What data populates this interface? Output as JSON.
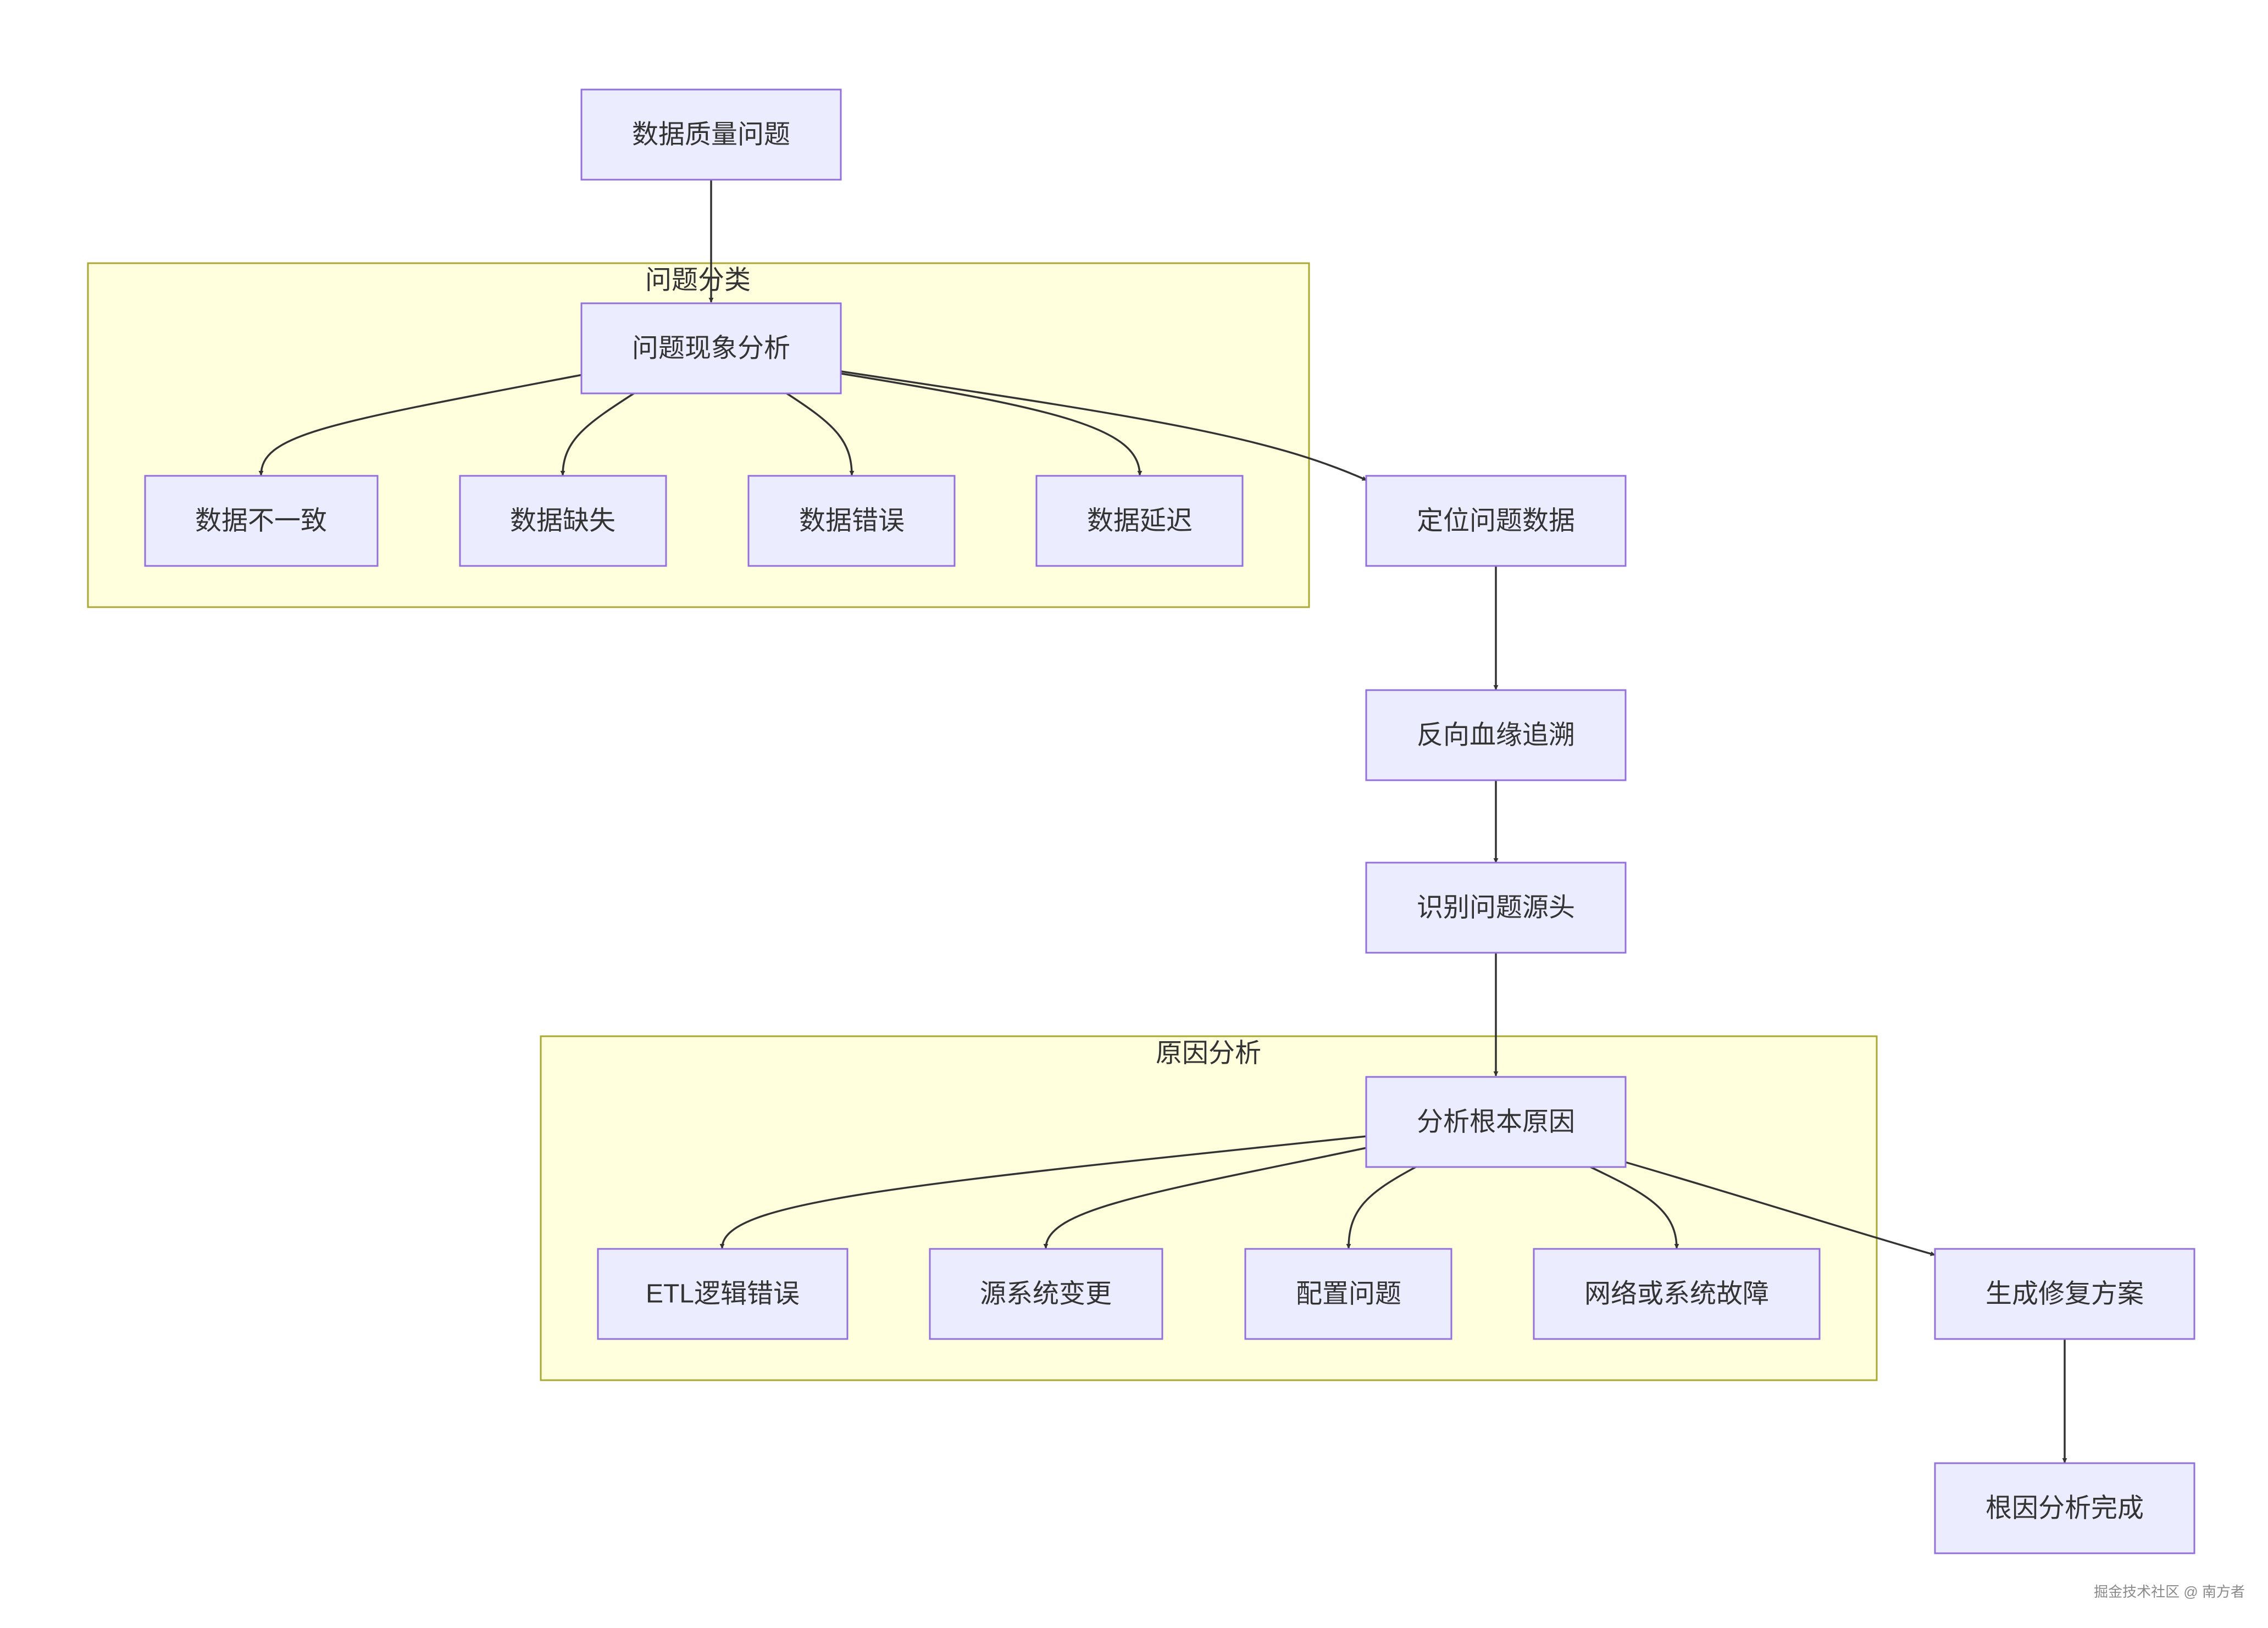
{
  "diagram": {
    "colors": {
      "node_fill": "#ECECFF",
      "node_stroke": "#9370DB",
      "cluster_fill": "#FFFFDE",
      "cluster_stroke": "#AAAA33",
      "edge": "#333333"
    },
    "clusters": [
      {
        "id": "c1",
        "label": "问题分类"
      },
      {
        "id": "c2",
        "label": "原因分析"
      }
    ],
    "nodes": [
      {
        "id": "n1",
        "label": "数据质量问题"
      },
      {
        "id": "n2",
        "label": "问题现象分析"
      },
      {
        "id": "n3",
        "label": "数据不一致"
      },
      {
        "id": "n4",
        "label": "数据缺失"
      },
      {
        "id": "n5",
        "label": "数据错误"
      },
      {
        "id": "n6",
        "label": "数据延迟"
      },
      {
        "id": "n7",
        "label": "定位问题数据"
      },
      {
        "id": "n8",
        "label": "反向血缘追溯"
      },
      {
        "id": "n9",
        "label": "识别问题源头"
      },
      {
        "id": "n10",
        "label": "分析根本原因"
      },
      {
        "id": "n11",
        "label": "ETL逻辑错误"
      },
      {
        "id": "n12",
        "label": "源系统变更"
      },
      {
        "id": "n13",
        "label": "配置问题"
      },
      {
        "id": "n14",
        "label": "网络或系统故障"
      },
      {
        "id": "n15",
        "label": "生成修复方案"
      },
      {
        "id": "n16",
        "label": "根因分析完成"
      }
    ],
    "edges": [
      {
        "from": "n1",
        "to": "n2"
      },
      {
        "from": "n2",
        "to": "n3"
      },
      {
        "from": "n2",
        "to": "n4"
      },
      {
        "from": "n2",
        "to": "n5"
      },
      {
        "from": "n2",
        "to": "n6"
      },
      {
        "from": "n2",
        "to": "n7"
      },
      {
        "from": "n7",
        "to": "n8"
      },
      {
        "from": "n8",
        "to": "n9"
      },
      {
        "from": "n9",
        "to": "n10"
      },
      {
        "from": "n10",
        "to": "n11"
      },
      {
        "from": "n10",
        "to": "n12"
      },
      {
        "from": "n10",
        "to": "n13"
      },
      {
        "from": "n10",
        "to": "n14"
      },
      {
        "from": "n10",
        "to": "n15"
      },
      {
        "from": "n15",
        "to": "n16"
      }
    ]
  },
  "watermark": "掘金技术社区 @ 南方者"
}
